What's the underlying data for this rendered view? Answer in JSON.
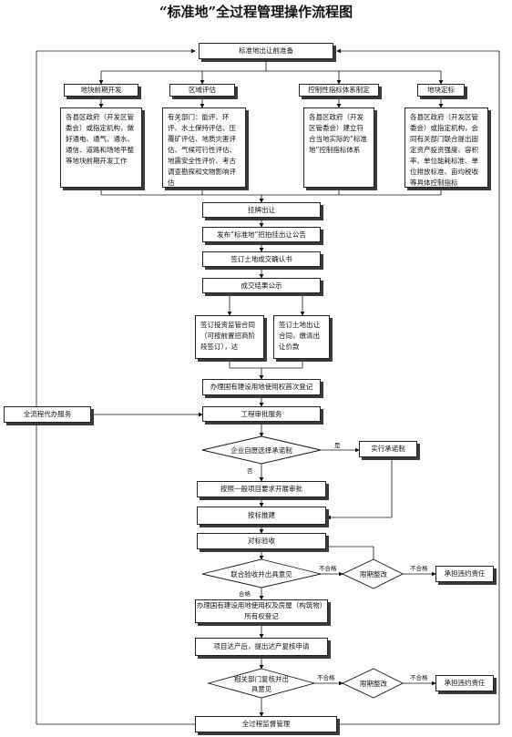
{
  "title": "“标准地”全过程管理操作流程图",
  "nodes": {
    "prep": "标准地出让前准备",
    "h1": "地块前期开发",
    "h2": "区域评估",
    "h3": "控制性指标体系制定",
    "h4": "地块定标",
    "d1": "各县区政府（开发区管委会）或指定机构，做好通电、通气、通水、通信、道路和场地平整等地块前期开发工作",
    "d2": "有关部门：能评、环评、水土保持评估、压覆矿评估、地质灾害评估、气候可行性评估、地震安全性评价、考古调查勘探和文物影响评估",
    "d3": "各县区政府（开发区管委会）建立符合当地实际的“标准地”控制指标体系",
    "d4": "各县区政府（开发区管委会）或指定机构，会同有关部门联合提出固定资产投资强度、容积率、单位能耗标准、单位排放标准、亩均税收等具体控制指标",
    "s1": "挂牌出让",
    "s2": "发布“标准地”招拍挂出让公告",
    "s3": "签订土地成交确认书",
    "s4": "成交结果公示",
    "s5a": "签订投资监管合同（可按前置招商阶段签订），达",
    "s5b": "签订土地出让合同，缴清出让价款",
    "s6": "办理国有建设用地使用权首次登记",
    "s7": "工程审批服务",
    "dec1": "企业自愿选择承诺制",
    "s7r": "实行承诺制",
    "s8": "按照一般项目要求开展审批",
    "s9": "按标推建",
    "s10": "对标验收",
    "dec2": "联合验收并出具意见",
    "dec2b": "限期整改",
    "r1": "承担违约责任",
    "s11": "办理国有建设用地使用权及房屋（构筑物）所有权登记",
    "s12": "项目达产后，提出达产复核申请",
    "dec3": "相关部门复核并出具意见",
    "dec3b": "限期整改",
    "r2": "承担违约责任",
    "s13": "全过程监督管理",
    "side": "全流程代办服务"
  },
  "labels": {
    "yes": "是",
    "no": "否",
    "pass1": "合格",
    "fail1": "不合格",
    "fail1b": "不合格",
    "fail2": "不合格",
    "fail2b": "不合格"
  }
}
